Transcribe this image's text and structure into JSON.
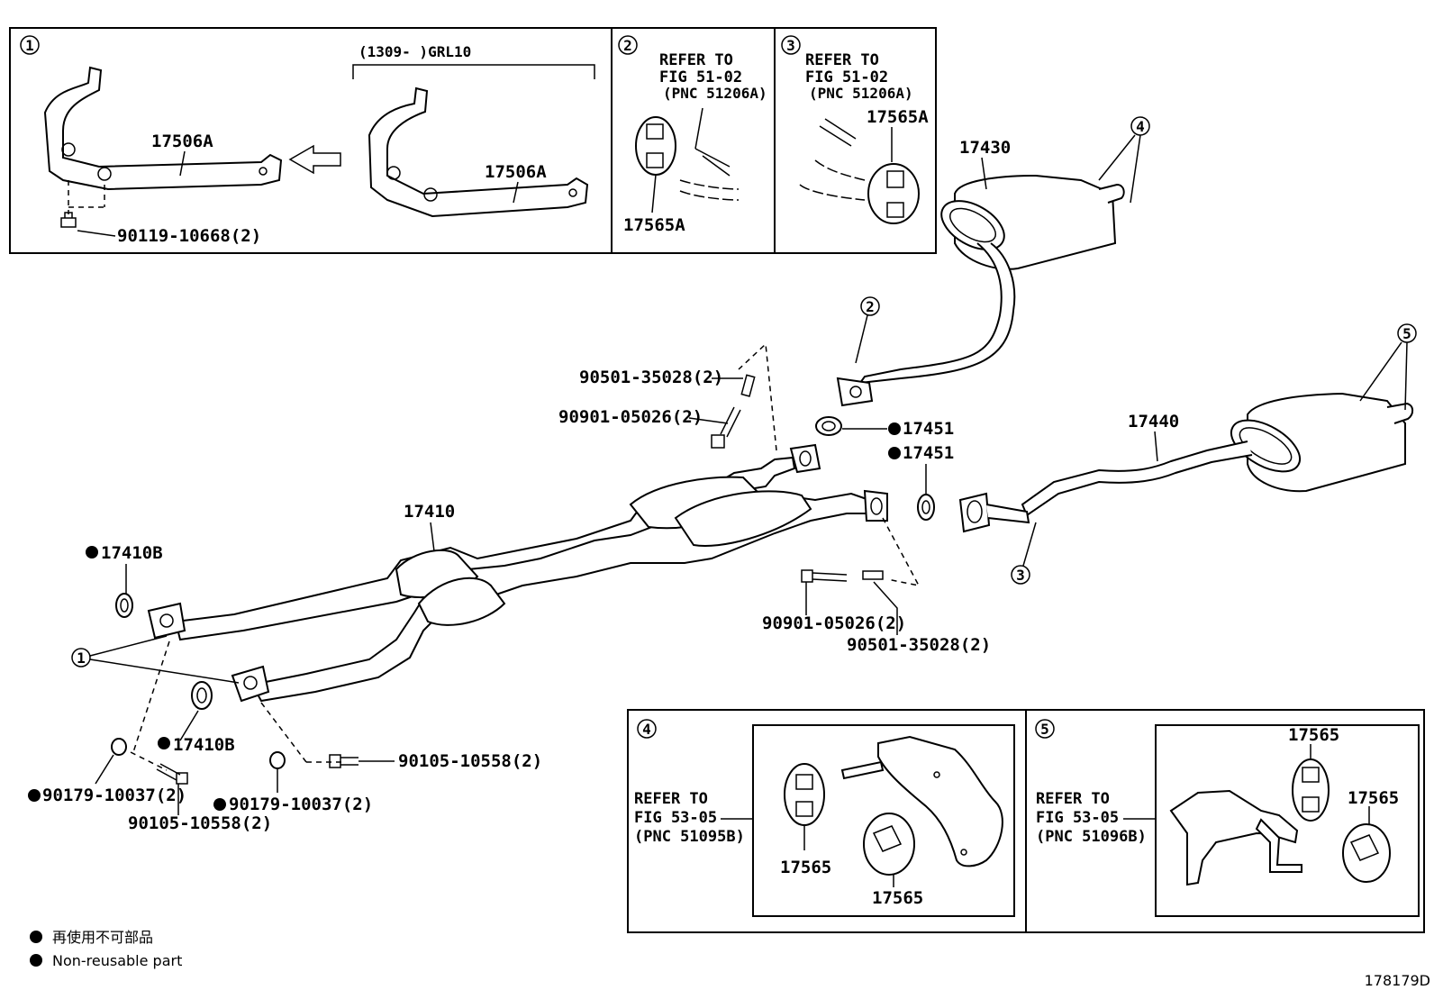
{
  "inset1": {
    "num": "1",
    "range": "(1309-      )GRL10",
    "part_a": "17506A",
    "part_b": "17506A",
    "bolt": "90119-10668(2)"
  },
  "inset2": {
    "num": "2",
    "refer1": "REFER TO",
    "refer2": "FIG 51-02",
    "refer3": "(PNC 51206A)",
    "part": "17565A"
  },
  "inset3": {
    "num": "3",
    "refer1": "REFER TO",
    "refer2": "FIG 51-02",
    "refer3": "(PNC 51206A)",
    "part": "17565A"
  },
  "main": {
    "p17430": "17430",
    "p17440": "17440",
    "p17410": "17410",
    "p17451a": "17451",
    "p17451b": "17451",
    "p17410b_a": "17410B",
    "p17410b_b": "17410B",
    "stud_top": "90501-35028(2)",
    "bolt_top": "90901-05026(2)",
    "bolt_mid": "90901-05026(2)",
    "stud_mid": "90501-35028(2)",
    "nut_left": "90179-10037(2)",
    "nut_right": "90179-10037(2)",
    "bolt_left": "90105-10558(2)",
    "bolt_right": "90105-10558(2)",
    "call1": "1",
    "call2": "2",
    "call3": "3",
    "call4": "4",
    "call5": "5"
  },
  "inset4": {
    "num": "4",
    "refer1": "REFER TO",
    "refer2": "FIG 53-05",
    "refer3": "(PNC 51095B)",
    "part_a": "17565",
    "part_b": "17565"
  },
  "inset5": {
    "num": "5",
    "refer1": "REFER TO",
    "refer2": "FIG 53-05",
    "refer3": "(PNC 51096B)",
    "part_a": "17565",
    "part_b": "17565"
  },
  "legend": {
    "jp": "再使用不可部品",
    "en": "Non-reusable part"
  },
  "figure_id": "178179D"
}
